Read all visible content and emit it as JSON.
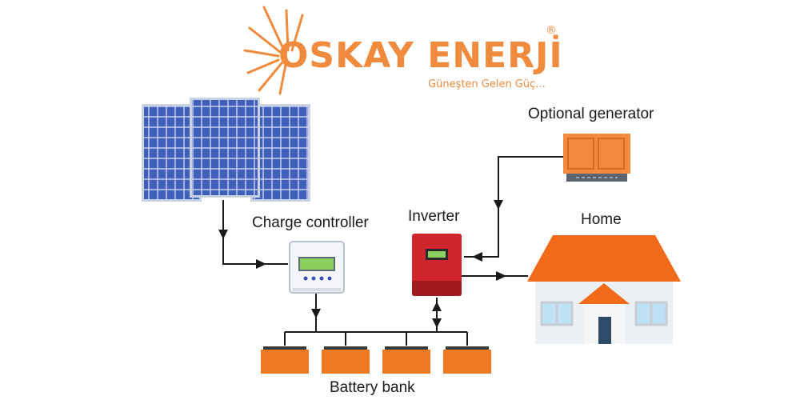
{
  "brand": {
    "name": "OSKAY ENERJİ",
    "registered_mark": "®",
    "slogan": "Güneşten Gelen Güç..."
  },
  "labels": {
    "charge_controller": "Charge controller",
    "inverter": "Inverter",
    "optional_generator": "Optional generator",
    "home": "Home",
    "battery_bank": "Battery bank"
  },
  "colors": {
    "brand_orange": "#f08a3c",
    "panel_blue": "#3a55a8",
    "roof_orange": "#f06a1a",
    "inverter_red": "#d0242c",
    "battery_orange": "#f07a22",
    "line_dark": "#1a1a1a"
  },
  "icons": [
    "sun-icon",
    "solar-panel-icon",
    "charge-controller-icon",
    "inverter-icon",
    "generator-icon",
    "home-icon",
    "battery-icon"
  ]
}
